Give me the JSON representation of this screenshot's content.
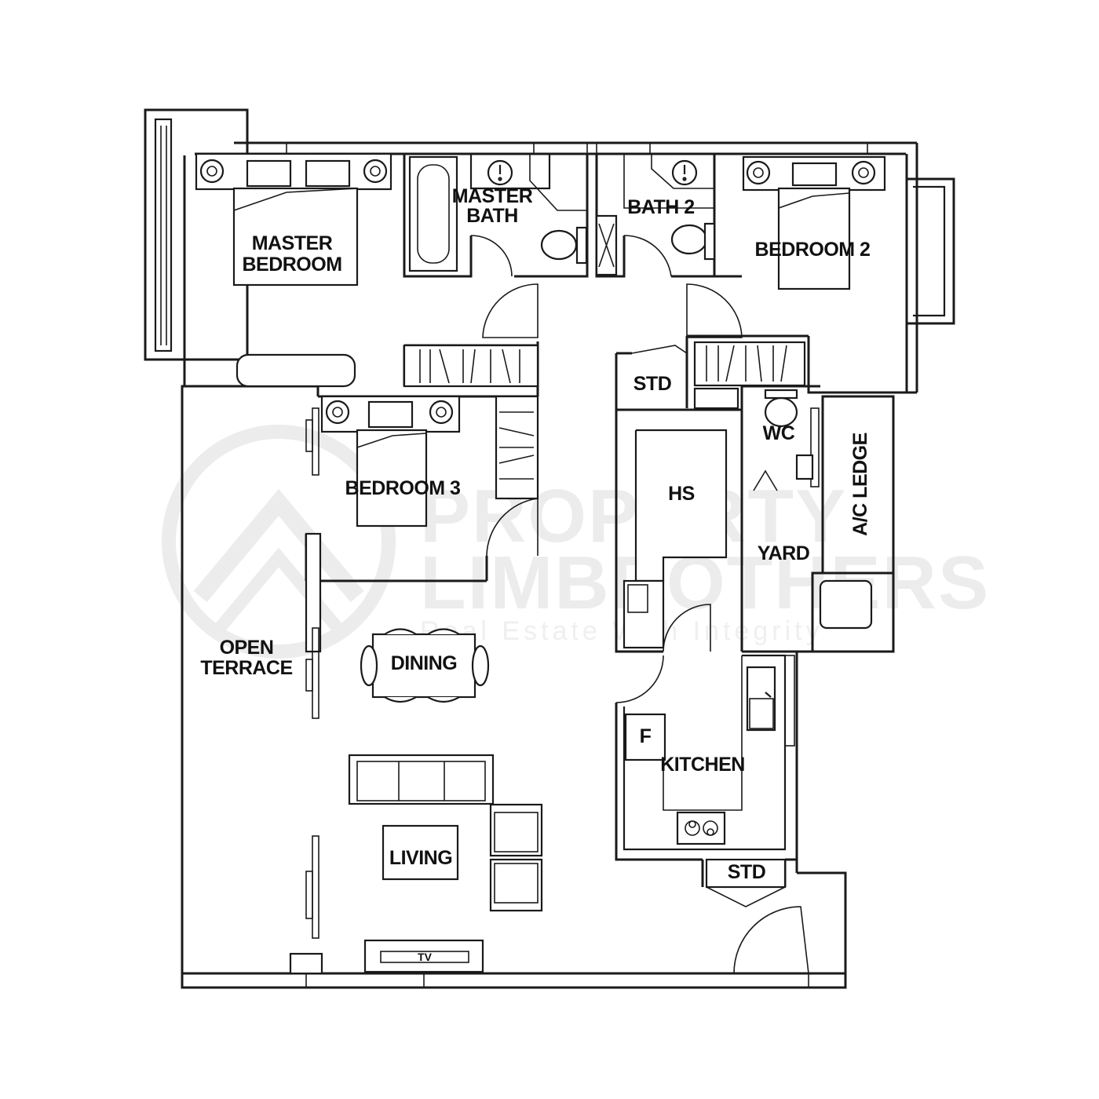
{
  "floor_plan": {
    "rooms": {
      "master_bedroom": [
        "MASTER",
        "BEDROOM"
      ],
      "master_bath": [
        "MASTER",
        "BATH"
      ],
      "bath_2": "BATH 2",
      "bedroom_2": "BEDROOM 2",
      "bedroom_3": "BEDROOM 3",
      "std_upper": "STD",
      "wc": "WC",
      "hs": "HS",
      "ac_ledge": "A/C LEDGE",
      "yard": "YARD",
      "open_terrace": [
        "OPEN",
        "TERRACE"
      ],
      "dining": "DINING",
      "kitchen": "KITCHEN",
      "fridge": "F",
      "living": "LIVING",
      "std_lower": "STD",
      "tv": "TV"
    },
    "watermark": {
      "line1": "PROPERTY",
      "line2": "LIMBROTHERS",
      "tagline": "Real Estate With Integrity"
    }
  }
}
